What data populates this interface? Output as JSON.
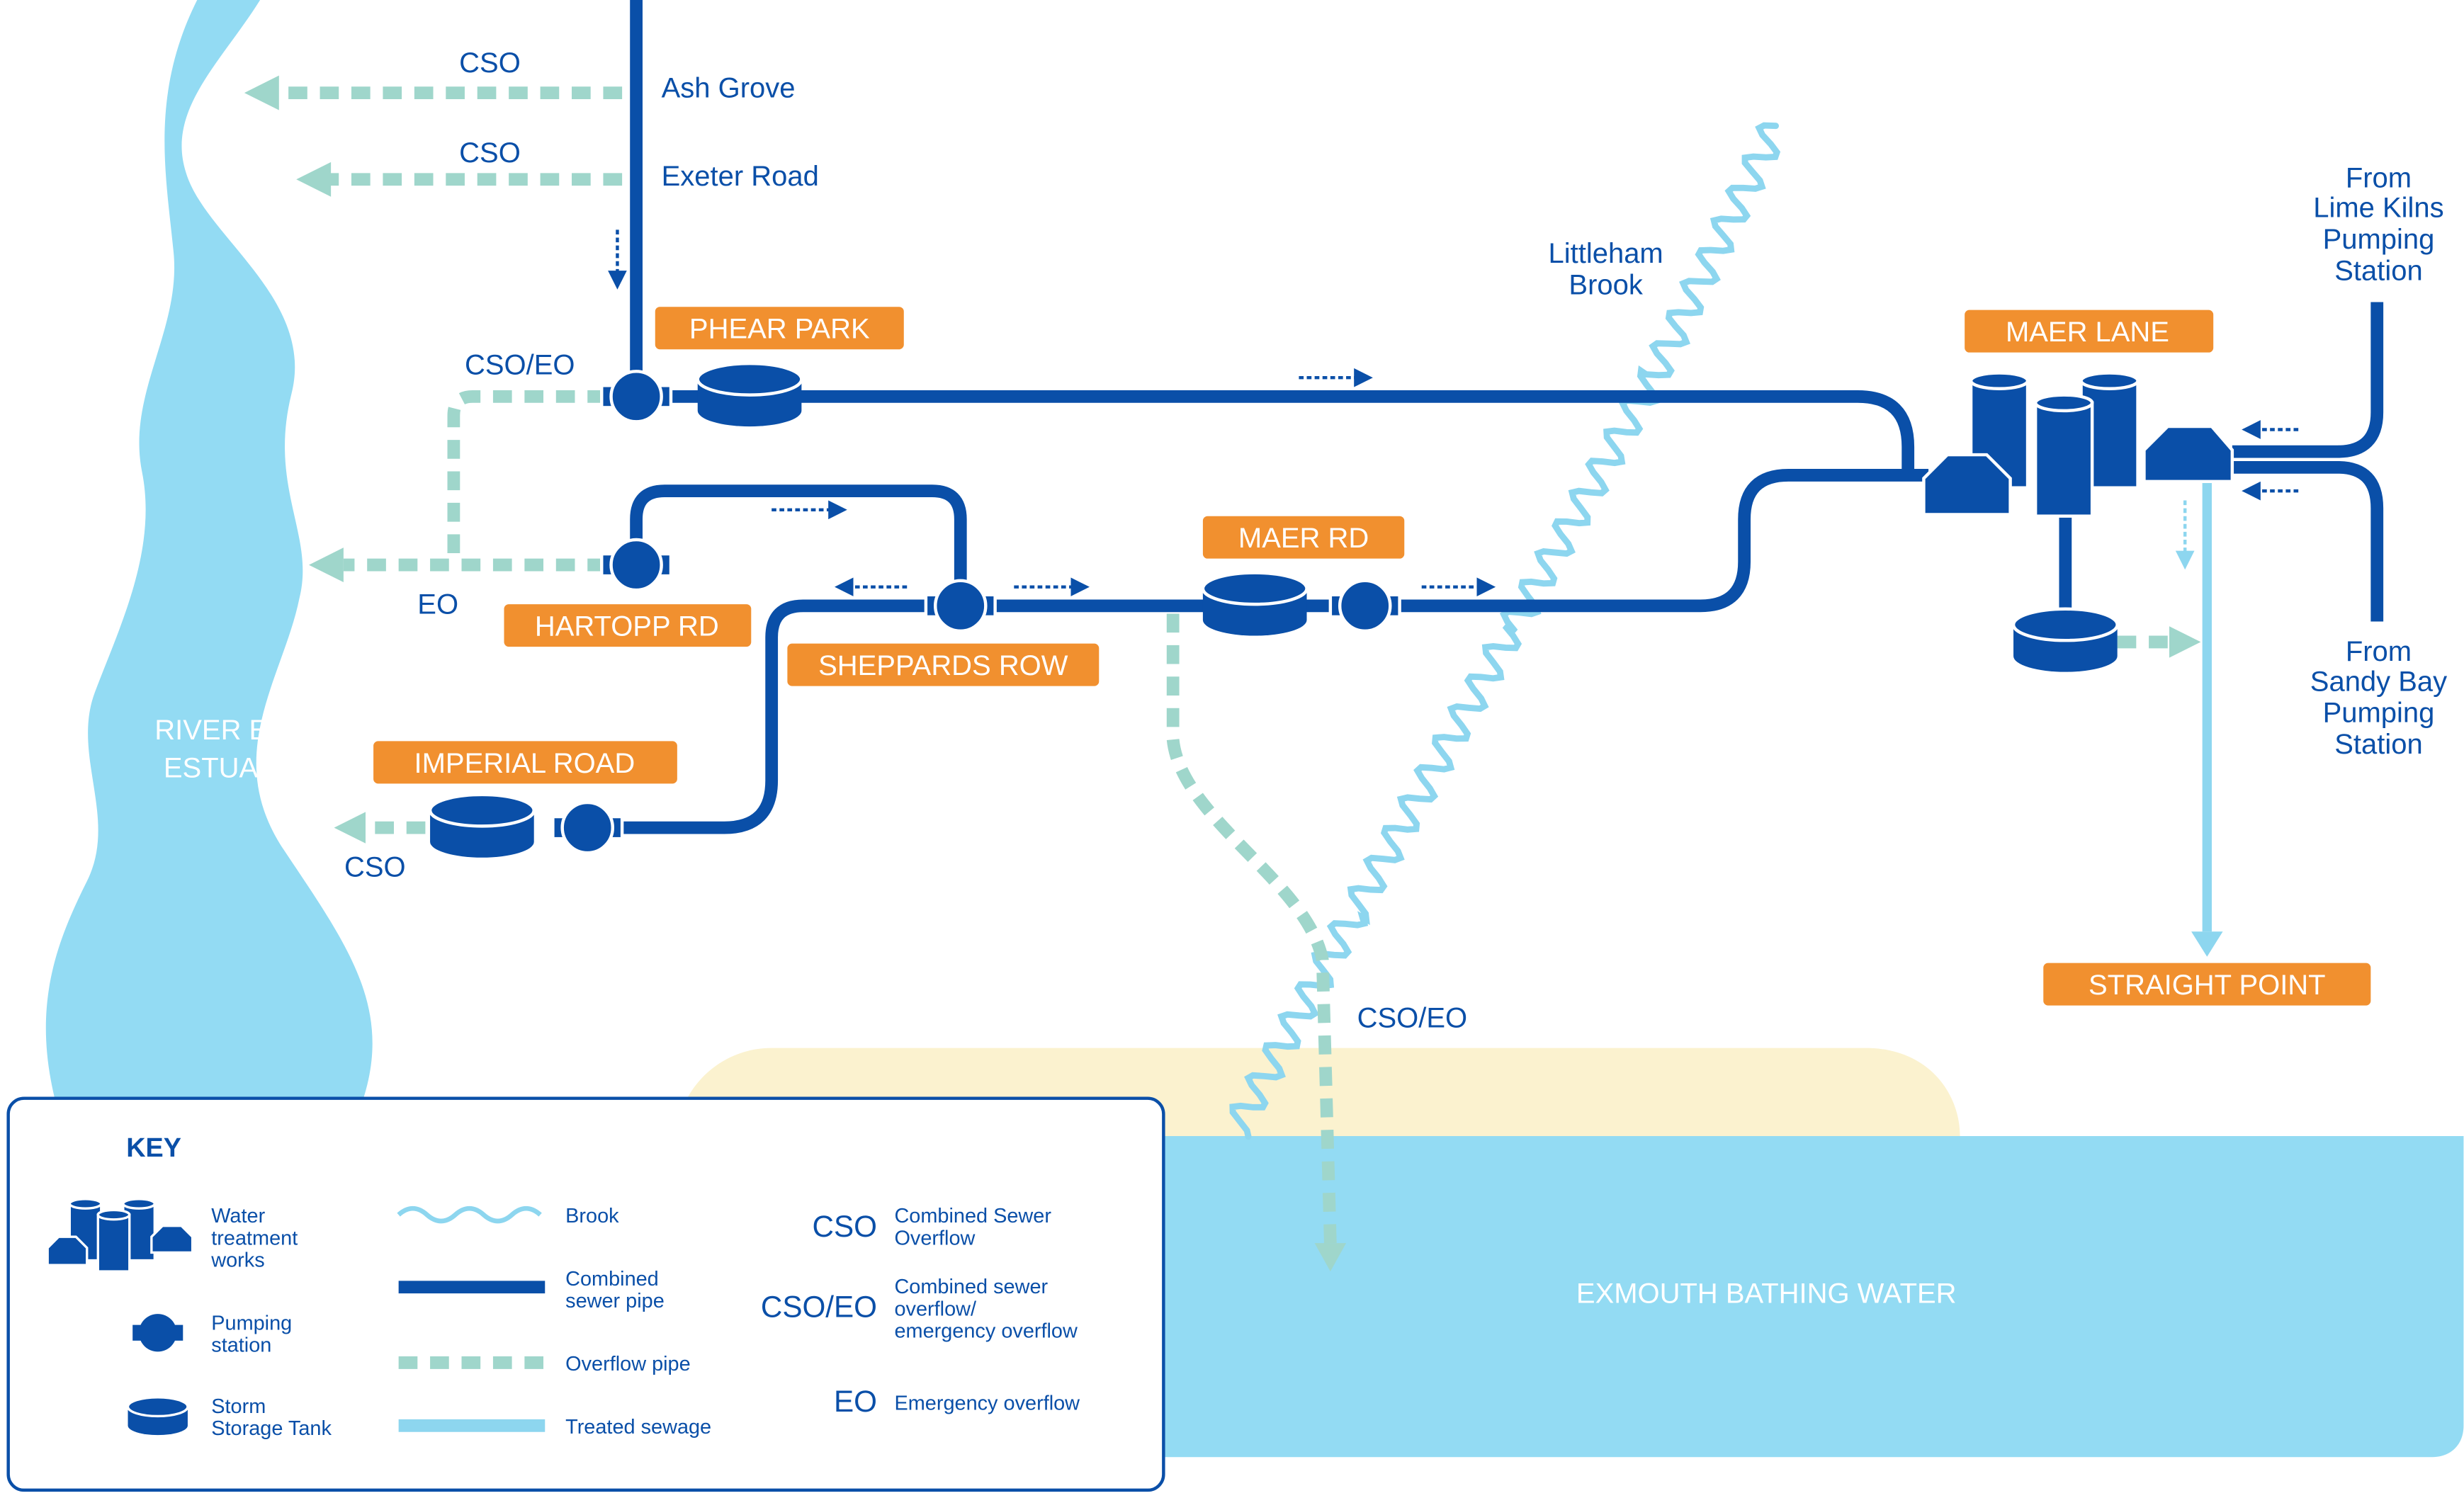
{
  "colors": {
    "pipe": "#0a4fa8",
    "treated": "#8dd6ef",
    "overflow": "#9fd6cb",
    "label_bg": "#f1902f",
    "label_text": "#ffffff",
    "river": "#93dbf3",
    "sea": "#93dbf3",
    "sand": "#fbf2cf",
    "text": "#0a4fa8"
  },
  "sites": {
    "phear_park": "PHEAR PARK",
    "maer_lane": "MAER LANE",
    "maer_rd": "MAER RD",
    "hartopp_rd": "HARTOPP RD",
    "sheppards_row": "SHEPPARDS ROW",
    "imperial_road": "IMPERIAL ROAD",
    "straight_point": "STRAIGHT POINT"
  },
  "labels": {
    "ash_grove": "Ash Grove",
    "exeter_road": "Exeter Road",
    "cso": "CSO",
    "cso_eo": "CSO/EO",
    "eo": "EO",
    "littleham_brook": [
      "Littleham",
      "Brook"
    ],
    "from_lime_kilns": [
      "From",
      "Lime Kilns",
      "Pumping",
      "Station"
    ],
    "from_sandy_bay": [
      "From",
      "Sandy Bay",
      "Pumping",
      "Station"
    ],
    "river_exe": [
      "RIVER EXE",
      "ESTUARY"
    ],
    "exmouth_bathing_water": "EXMOUTH BATHING WATER"
  },
  "key": {
    "title": "KEY",
    "water_treatment_works": [
      "Water",
      "treatment",
      "works"
    ],
    "pumping_station": [
      "Pumping",
      "station"
    ],
    "storm_storage_tank": [
      "Storm",
      "Storage Tank"
    ],
    "brook": "Brook",
    "combined_sewer_pipe": [
      "Combined",
      "sewer pipe"
    ],
    "overflow_pipe": "Overflow pipe",
    "treated_sewage": "Treated sewage",
    "cso_abbr": "CSO",
    "cso_desc": [
      "Combined Sewer",
      "Overflow"
    ],
    "cso_eo_abbr": "CSO/EO",
    "cso_eo_desc": [
      "Combined sewer",
      "overflow/",
      "emergency overflow"
    ],
    "eo_abbr": "EO",
    "eo_desc": "Emergency overflow"
  }
}
